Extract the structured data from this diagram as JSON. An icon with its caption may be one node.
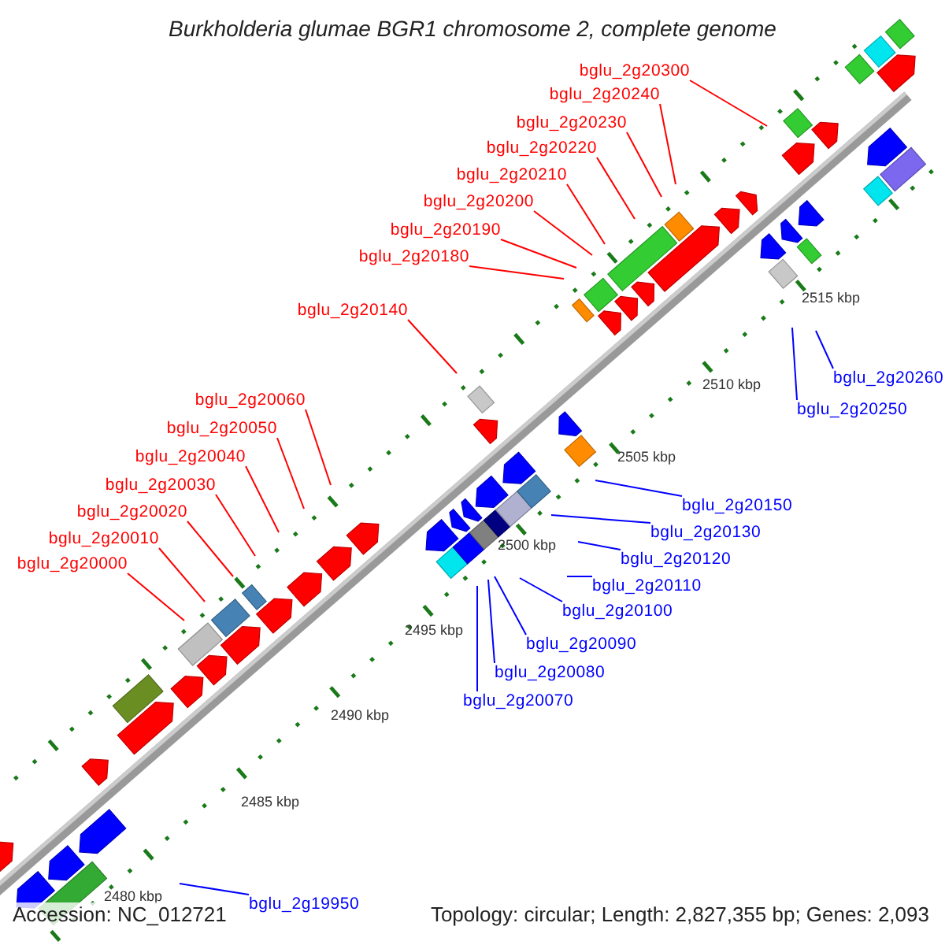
{
  "diagram": {
    "title": "Burkholderia glumae BGR1 chromosome 2, complete genome",
    "nodes": [
      {
        "text": [
          "bglu_2g20300"
        ]
      },
      {
        "text": [
          "bglu_2g20240"
        ]
      },
      {
        "text": [
          "bglu_2g20230"
        ]
      },
      {
        "text": [
          "bglu_2g20220"
        ]
      },
      {
        "text": [
          "bglu_2g20210"
        ]
      },
      {
        "text": [
          "bglu_2g20200"
        ]
      },
      {
        "text": [
          "bglu_2g20190"
        ]
      },
      {
        "text": [
          "bglu_2g20180"
        ]
      },
      {
        "text": [
          "bglu_2g20140"
        ]
      },
      {
        "text": [
          "bglu_2g20060"
        ]
      },
      {
        "text": [
          "bglu_2g20050"
        ]
      },
      {
        "text": [
          "bglu_2g20040"
        ]
      },
      {
        "text": [
          "bglu_2g20030"
        ]
      },
      {
        "text": [
          "bglu_2g20020"
        ]
      },
      {
        "text": [
          "bglu_2g20010"
        ]
      },
      {
        "text": [
          "bglu_2g20000"
        ]
      },
      {
        "text": [
          "bglu_2g20260"
        ]
      },
      {
        "text": [
          "bglu_2g20250"
        ]
      },
      {
        "text": [
          "bglu_2g20150"
        ]
      },
      {
        "text": [
          "bglu_2g20130"
        ]
      },
      {
        "text": [
          "bglu_2g20120"
        ]
      },
      {
        "text": [
          "bglu_2g20110"
        ]
      },
      {
        "text": [
          "bglu_2g20100"
        ]
      },
      {
        "text": [
          "bglu_2g20090"
        ]
      },
      {
        "text": [
          "bglu_2g20080"
        ]
      },
      {
        "text": [
          "bglu_2g20070"
        ]
      },
      {
        "text": [
          "bglu_2g19950"
        ]
      }
    ],
    "edges": [
      {
        "from": 0,
        "to": null,
        "arrow": "none"
      },
      {
        "from": 1,
        "to": null,
        "arrow": "none"
      },
      {
        "from": 2,
        "to": null,
        "arrow": "none"
      },
      {
        "from": 3,
        "to": null,
        "arrow": "none"
      },
      {
        "from": 4,
        "to": null,
        "arrow": "none"
      },
      {
        "from": 5,
        "to": null,
        "arrow": "none"
      },
      {
        "from": 6,
        "to": null,
        "arrow": "none"
      },
      {
        "from": 7,
        "to": null,
        "arrow": "none"
      },
      {
        "from": 8,
        "to": null,
        "arrow": "none"
      },
      {
        "from": 9,
        "to": null,
        "arrow": "none"
      },
      {
        "from": 10,
        "to": null,
        "arrow": "none"
      },
      {
        "from": 11,
        "to": null,
        "arrow": "none"
      },
      {
        "from": 12,
        "to": null,
        "arrow": "none"
      },
      {
        "from": 13,
        "to": null,
        "arrow": "none"
      },
      {
        "from": 14,
        "to": null,
        "arrow": "none"
      },
      {
        "from": 15,
        "to": null,
        "arrow": "none"
      },
      {
        "from": 16,
        "to": null,
        "arrow": "none",
        "color": "#0000ff"
      },
      {
        "from": 17,
        "to": null,
        "arrow": "none",
        "color": "#0000ff"
      },
      {
        "from": 18,
        "to": null,
        "arrow": "none",
        "color": "#0000ff"
      },
      {
        "from": 19,
        "to": null,
        "arrow": "none",
        "color": "#0000ff"
      },
      {
        "from": 20,
        "to": null,
        "arrow": "none",
        "color": "#0000ff"
      },
      {
        "from": 21,
        "to": null,
        "arrow": "none",
        "color": "#0000ff"
      },
      {
        "from": 22,
        "to": null,
        "arrow": "none",
        "color": "#0000ff"
      },
      {
        "from": 23,
        "to": null,
        "arrow": "none",
        "color": "#0000ff"
      },
      {
        "from": 24,
        "to": null,
        "arrow": "none",
        "color": "#0000ff"
      },
      {
        "from": 25,
        "to": null,
        "arrow": "none",
        "color": "#0000ff"
      },
      {
        "from": 26,
        "to": null,
        "arrow": "none",
        "color": "#0000ff"
      }
    ],
    "labels": [
      "2515 kbp",
      "2510 kbp",
      "2505 kbp",
      "2500 kbp",
      "2495 kbp",
      "2490 kbp",
      "2485 kbp",
      "2480 kbp",
      "Accession: NC_012721",
      "Topology: circular; Length: 2,827,355 bp; Genes: 2,093"
    ]
  }
}
